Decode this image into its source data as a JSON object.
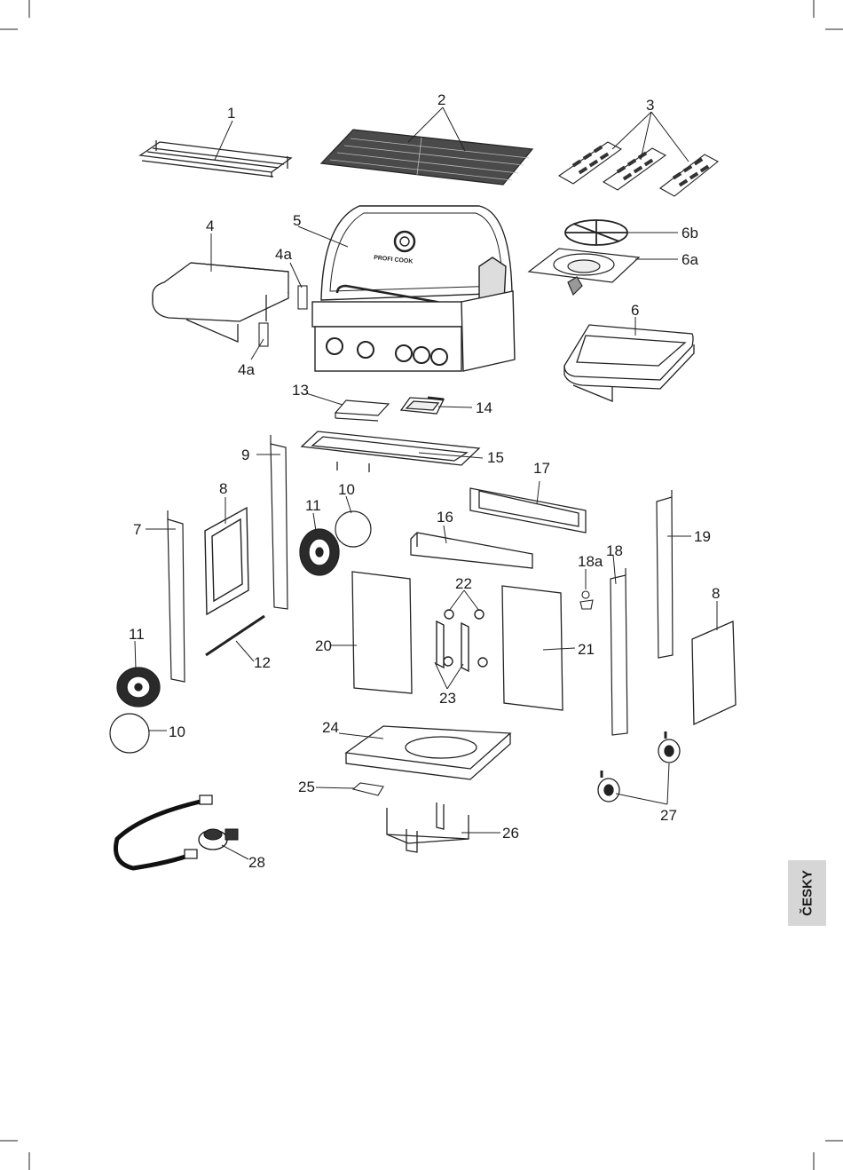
{
  "language_tab": "ČESKY",
  "parts": {
    "p1": "1",
    "p2": "2",
    "p3": "3",
    "p4": "4",
    "p4a_top": "4a",
    "p4a_bottom": "4a",
    "p5": "5",
    "p6": "6",
    "p6a": "6a",
    "p6b": "6b",
    "p7": "7",
    "p8_left": "8",
    "p8_right": "8",
    "p9": "9",
    "p10_top": "10",
    "p10_bottom": "10",
    "p11_top": "11",
    "p11_bottom": "11",
    "p12": "12",
    "p13": "13",
    "p14": "14",
    "p15": "15",
    "p16": "16",
    "p17": "17",
    "p18": "18",
    "p18a": "18a",
    "p19": "19",
    "p20": "20",
    "p21": "21",
    "p22": "22",
    "p23": "23",
    "p24": "24",
    "p25": "25",
    "p26": "26",
    "p27": "27",
    "p28": "28"
  },
  "brand_on_lid": "PROFI COOK"
}
